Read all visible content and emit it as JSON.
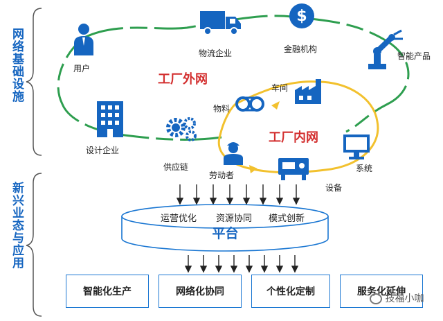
{
  "side_labels": {
    "infrastructure": "网络基础设施",
    "applications": "新兴业态与应用"
  },
  "outer_network": {
    "title": "工厂外网",
    "nodes": {
      "user": "用户",
      "logistics": "物流企业",
      "finance": "金融机构",
      "smart_product": "智能产品",
      "design": "设计企业",
      "supply_chain": "供应链"
    }
  },
  "inner_network": {
    "title": "工厂内网",
    "nodes": {
      "workshop": "车间",
      "material": "物料",
      "worker": "劳动者",
      "equipment": "设备",
      "system": "系统"
    }
  },
  "platform": {
    "label": "平台",
    "optimizations": [
      "运营优化",
      "资源协同",
      "模式创新"
    ]
  },
  "applications": [
    "智能化生产",
    "网络化协同",
    "个性化定制",
    "服务化延伸"
  ],
  "watermark": "技福小咖",
  "colors": {
    "outer_loop": "#2e9e4f",
    "inner_loop": "#f2c12e",
    "accent_blue": "#1565c0",
    "title_red": "#d32f2f"
  }
}
